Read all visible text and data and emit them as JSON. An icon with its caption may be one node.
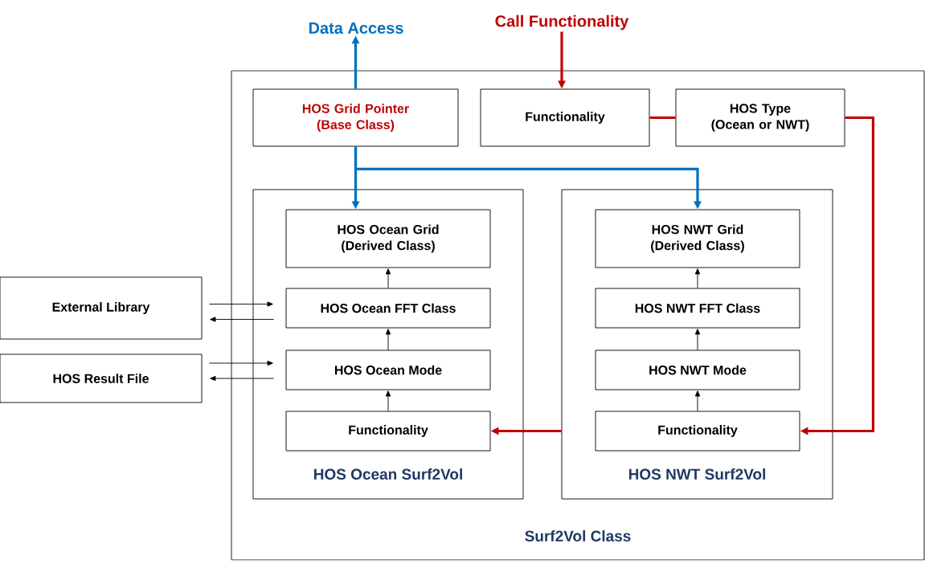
{
  "diagram": {
    "nodes": [
      {
        "text": [
          "Data Access"
        ]
      },
      {
        "text": [
          "Call Functionality"
        ]
      },
      {
        "text": [
          "Surf2Vol Class"
        ]
      },
      {
        "text": [
          "HOS Grid Pointer (Base Class)"
        ],
        "in": 2
      },
      {
        "text": [
          "Functionality"
        ],
        "in": 2
      },
      {
        "text": [
          "HOS Type (Ocean or NWT)"
        ],
        "in": 2
      },
      {
        "text": [
          "HOS Ocean Surf2Vol"
        ],
        "in": 2
      },
      {
        "text": [
          "HOS Ocean Grid (Derived Class)"
        ],
        "in": 6
      },
      {
        "text": [
          "HOS Ocean FFT Class"
        ],
        "in": 6
      },
      {
        "text": [
          "HOS Ocean Mode"
        ],
        "in": 6
      },
      {
        "text": [
          "Functionality"
        ],
        "in": 6
      },
      {
        "text": [
          "HOS NWT Surf2Vol"
        ],
        "in": 2
      },
      {
        "text": [
          "HOS NWT Grid (Derived Class)"
        ],
        "in": 11
      },
      {
        "text": [
          "HOS NWT FFT Class"
        ],
        "in": 11
      },
      {
        "text": [
          "HOS NWT Mode"
        ],
        "in": 11
      },
      {
        "text": [
          "Functionality"
        ],
        "in": 11
      },
      {
        "text": [
          "External Library"
        ]
      },
      {
        "text": [
          "HOS Result File"
        ]
      }
    ],
    "edges": [
      {
        "from": 3,
        "to": 0,
        "arrow": "to",
        "style": "thick",
        "color": "#0070c0"
      },
      {
        "from": 1,
        "to": 4,
        "arrow": "to",
        "style": "thick",
        "color": "#c00000"
      },
      {
        "from": 3,
        "to": 7,
        "arrow": "to",
        "style": "thick",
        "color": "#0070c0"
      },
      {
        "from": 3,
        "to": 12,
        "arrow": "to",
        "style": "thick",
        "color": "#0070c0"
      },
      {
        "from": 4,
        "to": 5,
        "arrow": "none",
        "style": "thick",
        "color": "#c00000"
      },
      {
        "from": 5,
        "to": 15,
        "arrow": "to",
        "style": "thick",
        "color": "#c00000"
      },
      {
        "from": 11,
        "to": 10,
        "arrow": "to",
        "style": "thick",
        "color": "#c00000"
      },
      {
        "from": 10,
        "to": 9,
        "arrow": "to"
      },
      {
        "from": 9,
        "to": 8,
        "arrow": "to"
      },
      {
        "from": 8,
        "to": 7,
        "arrow": "to"
      },
      {
        "from": 15,
        "to": 14,
        "arrow": "to"
      },
      {
        "from": 14,
        "to": 13,
        "arrow": "to"
      },
      {
        "from": 13,
        "to": 12,
        "arrow": "to"
      },
      {
        "from": 16,
        "to": 8,
        "arrow": "to"
      },
      {
        "from": 8,
        "to": 16,
        "arrow": "to"
      },
      {
        "from": 17,
        "to": 9,
        "arrow": "to"
      },
      {
        "from": 9,
        "to": 17,
        "arrow": "to"
      }
    ]
  }
}
